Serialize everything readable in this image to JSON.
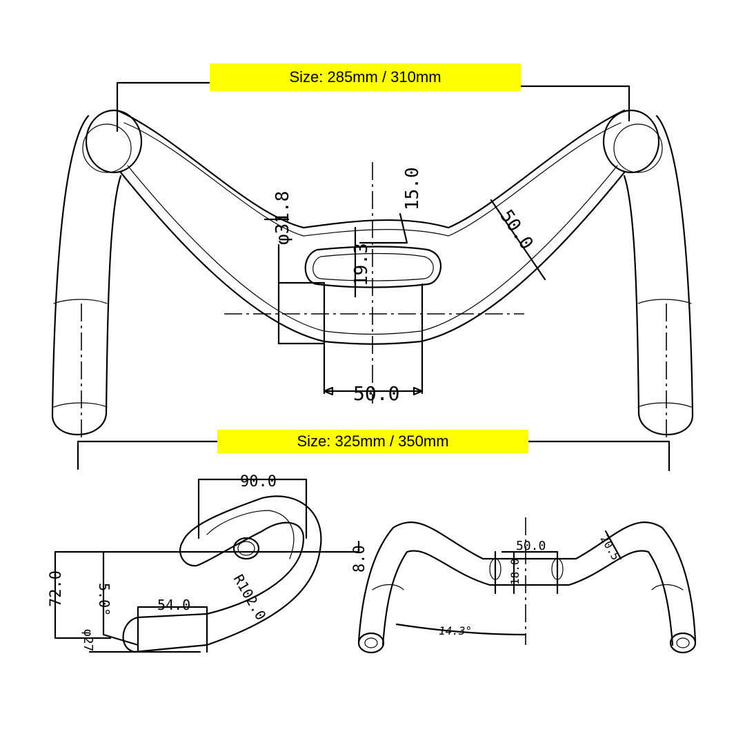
{
  "banners": {
    "top": "Size: 285mm / 310mm",
    "bottom": "Size: 325mm / 350mm"
  },
  "dimensions": {
    "front": {
      "clamp_diameter": "φ31.8",
      "top_height": "15.0",
      "cutout_height": "19.3",
      "stem_width": "50.0",
      "wing_width": "50.0"
    },
    "side": {
      "reach": "90.0",
      "offset": "8.0",
      "drop": "72.0",
      "angle": "5.0°",
      "drop_length": "54.0",
      "radius": "R102.0",
      "end_diameter": "φ27"
    },
    "top": {
      "center_width": "50.0",
      "center_height": "18.0",
      "wing_height": "20.5",
      "flare_angle": "14.3°"
    }
  }
}
